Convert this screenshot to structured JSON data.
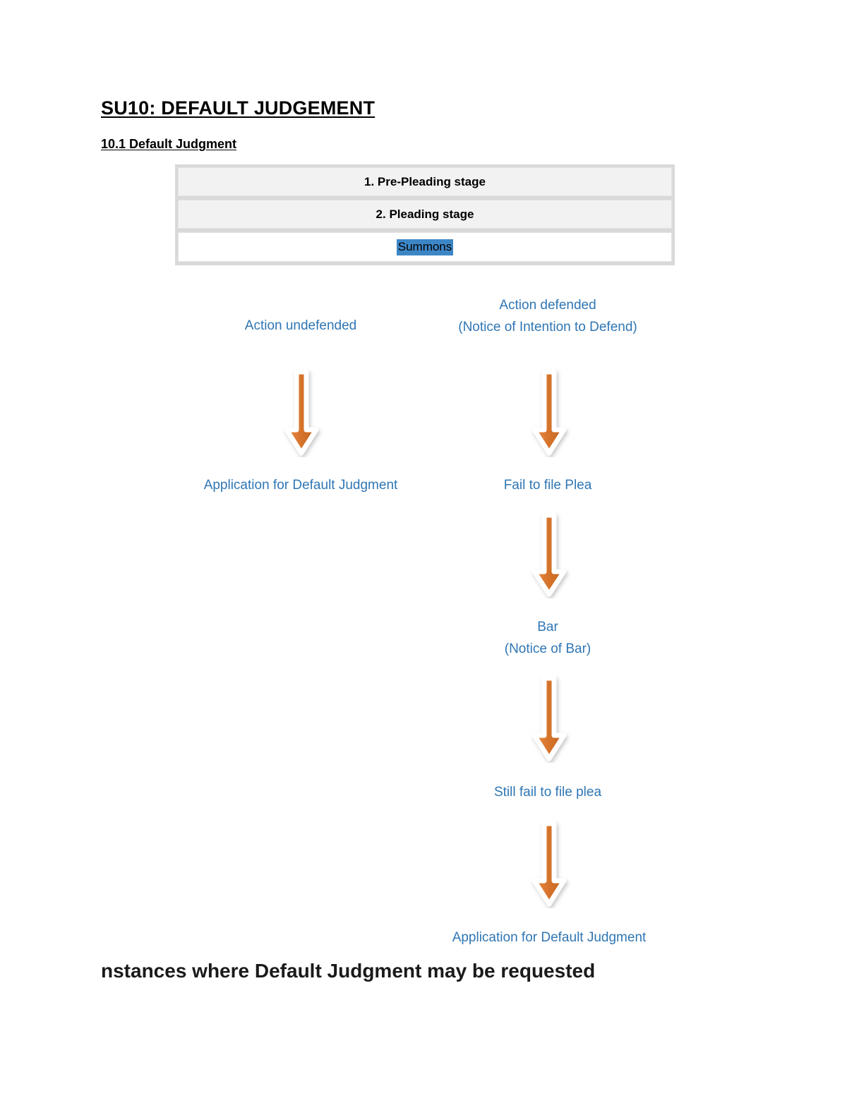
{
  "document": {
    "title": "SU10: DEFAULT JUDGEMENT",
    "subtitle": "10.1 Default Judgment",
    "bottom_heading": "nstances where Default Judgment may be requested"
  },
  "stage_table": {
    "rows": [
      {
        "label": "1.  Pre-Pleading stage",
        "style": "shaded",
        "highlighted": false
      },
      {
        "label": "2. Pleading stage",
        "style": "shaded",
        "highlighted": false
      },
      {
        "label": "Summons",
        "style": "plain",
        "highlighted": true
      }
    ]
  },
  "flow": {
    "left_branch": {
      "heading": "Action undefended",
      "outcome": "Application for Default Judgment"
    },
    "right_branch": {
      "heading_line1": "Action defended",
      "heading_line2": "(Notice of Intention to Defend)",
      "step1": "Fail to file Plea",
      "step2_line1": "Bar",
      "step2_line2": "(Notice of Bar)",
      "step3": "Still fail to file plea",
      "step4": "Application for Default Judgment"
    },
    "arrow_icon_name": "down-arrow-icon"
  },
  "colors": {
    "accent_blue": "#2f76b4",
    "highlight_blue": "#3d86c6",
    "arrow_orange": "#d8702c",
    "table_shade": "#f2f2f2",
    "table_border": "#d9d9d9"
  }
}
